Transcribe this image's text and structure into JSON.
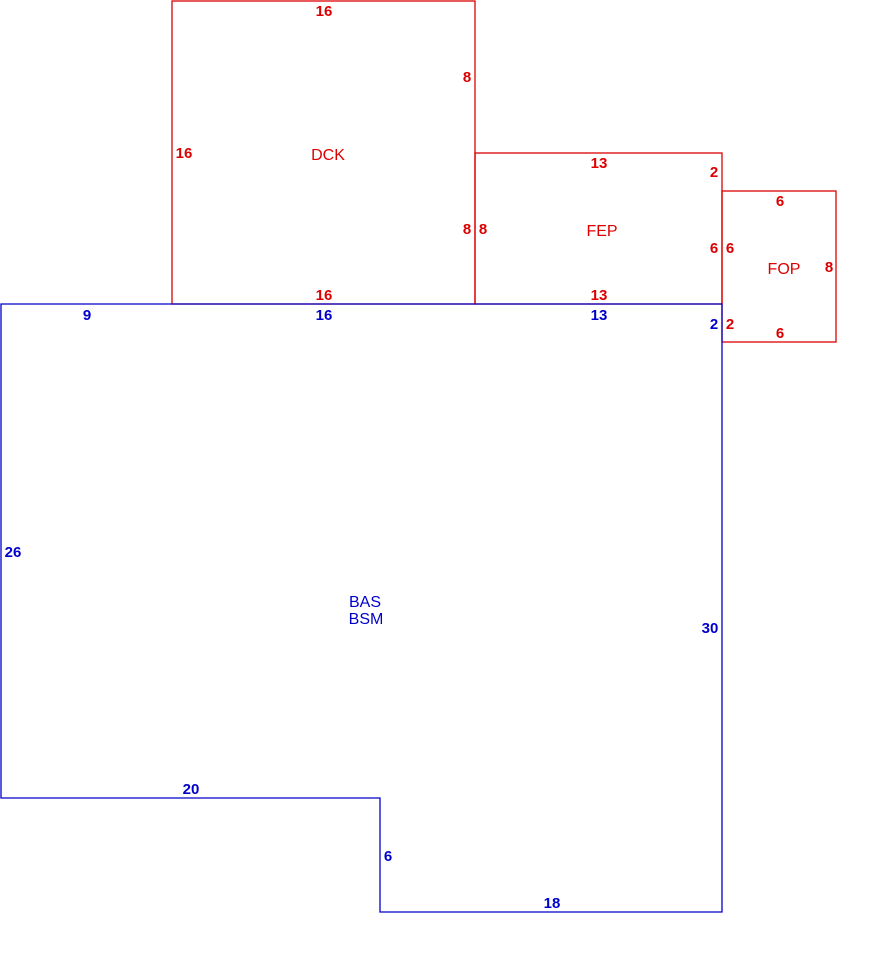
{
  "colors": {
    "red": "#dd0000",
    "blue": "#0000cc"
  },
  "areas": {
    "dck": {
      "label": "DCK"
    },
    "fep": {
      "label": "FEP"
    },
    "fop": {
      "label": "FOP"
    },
    "bas": {
      "label_1": "BAS",
      "label_2": "BSM"
    }
  },
  "dimensions": {
    "dck_top": "16",
    "dck_left": "16",
    "dck_right_upper": "8",
    "dck_right_lower": "8",
    "dck_bottom": "16",
    "fep_top": "13",
    "fep_right_upper": "2",
    "fep_right_lower": "6",
    "fep_left": "8",
    "fep_bottom": "13",
    "fop_top": "6",
    "fop_left_upper": "6",
    "fop_right": "8",
    "fop_left_lower": "2",
    "fop_bottom": "6",
    "bas_top_left": "9",
    "bas_top_mid": "16",
    "bas_top_right": "13",
    "bas_right_upper": "2",
    "bas_left": "26",
    "bas_right": "30",
    "bas_bottom_left": "20",
    "bas_notch": "6",
    "bas_bottom_right": "18"
  }
}
